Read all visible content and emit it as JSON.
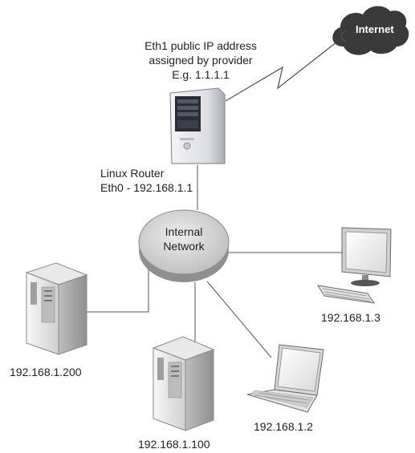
{
  "internet": {
    "label": "Internet"
  },
  "router": {
    "public_ip_lines": [
      "Eth1 public IP address",
      "assigned by provider",
      "E.g. 1.1.1.1"
    ],
    "name": "Linux Router",
    "eth0": "Eth0 - 192.168.1.1"
  },
  "network": {
    "lines": [
      "Internal",
      "Network"
    ]
  },
  "hosts": [
    {
      "ip": "192.168.1.3",
      "kind": "desktop-monitor"
    },
    {
      "ip": "192.168.1.200",
      "kind": "server"
    },
    {
      "ip": "192.168.1.100",
      "kind": "server"
    },
    {
      "ip": "192.168.1.2",
      "kind": "laptop"
    }
  ],
  "colors": {
    "line": "#555555",
    "cloud": "#333333",
    "disc_top": "#d8d8d8",
    "disc_side": "#9a9a9a",
    "device_body": "#eeeeee",
    "device_shade": "#b5b5b5"
  }
}
